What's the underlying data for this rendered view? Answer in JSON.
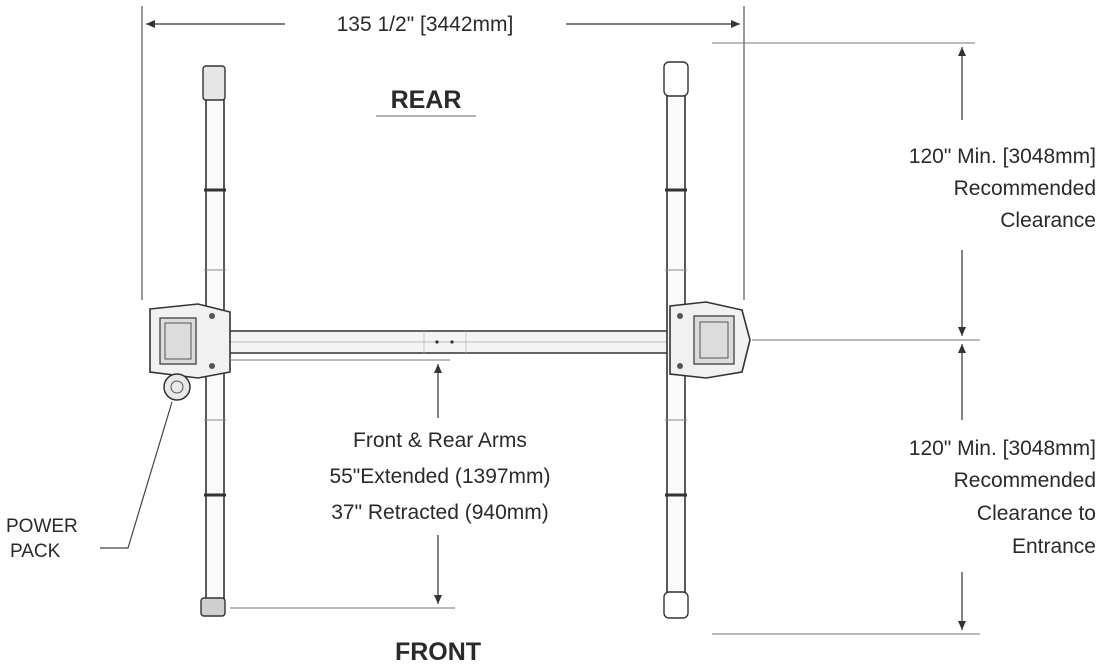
{
  "dimensions": {
    "width_label": "135 1/2\" [3442mm]",
    "rear_clearance": [
      "120\" Min. [3048mm]",
      "Recommended",
      "Clearance"
    ],
    "front_clearance": [
      "120\" Min. [3048mm]",
      "Recommended",
      "Clearance to",
      "Entrance"
    ]
  },
  "labels": {
    "rear": "REAR",
    "front": "FRONT",
    "power_pack": [
      "POWER",
      "PACK"
    ],
    "arms": [
      "Front & Rear Arms",
      "55\"Extended (1397mm)",
      "37\" Retracted (940mm)"
    ]
  }
}
